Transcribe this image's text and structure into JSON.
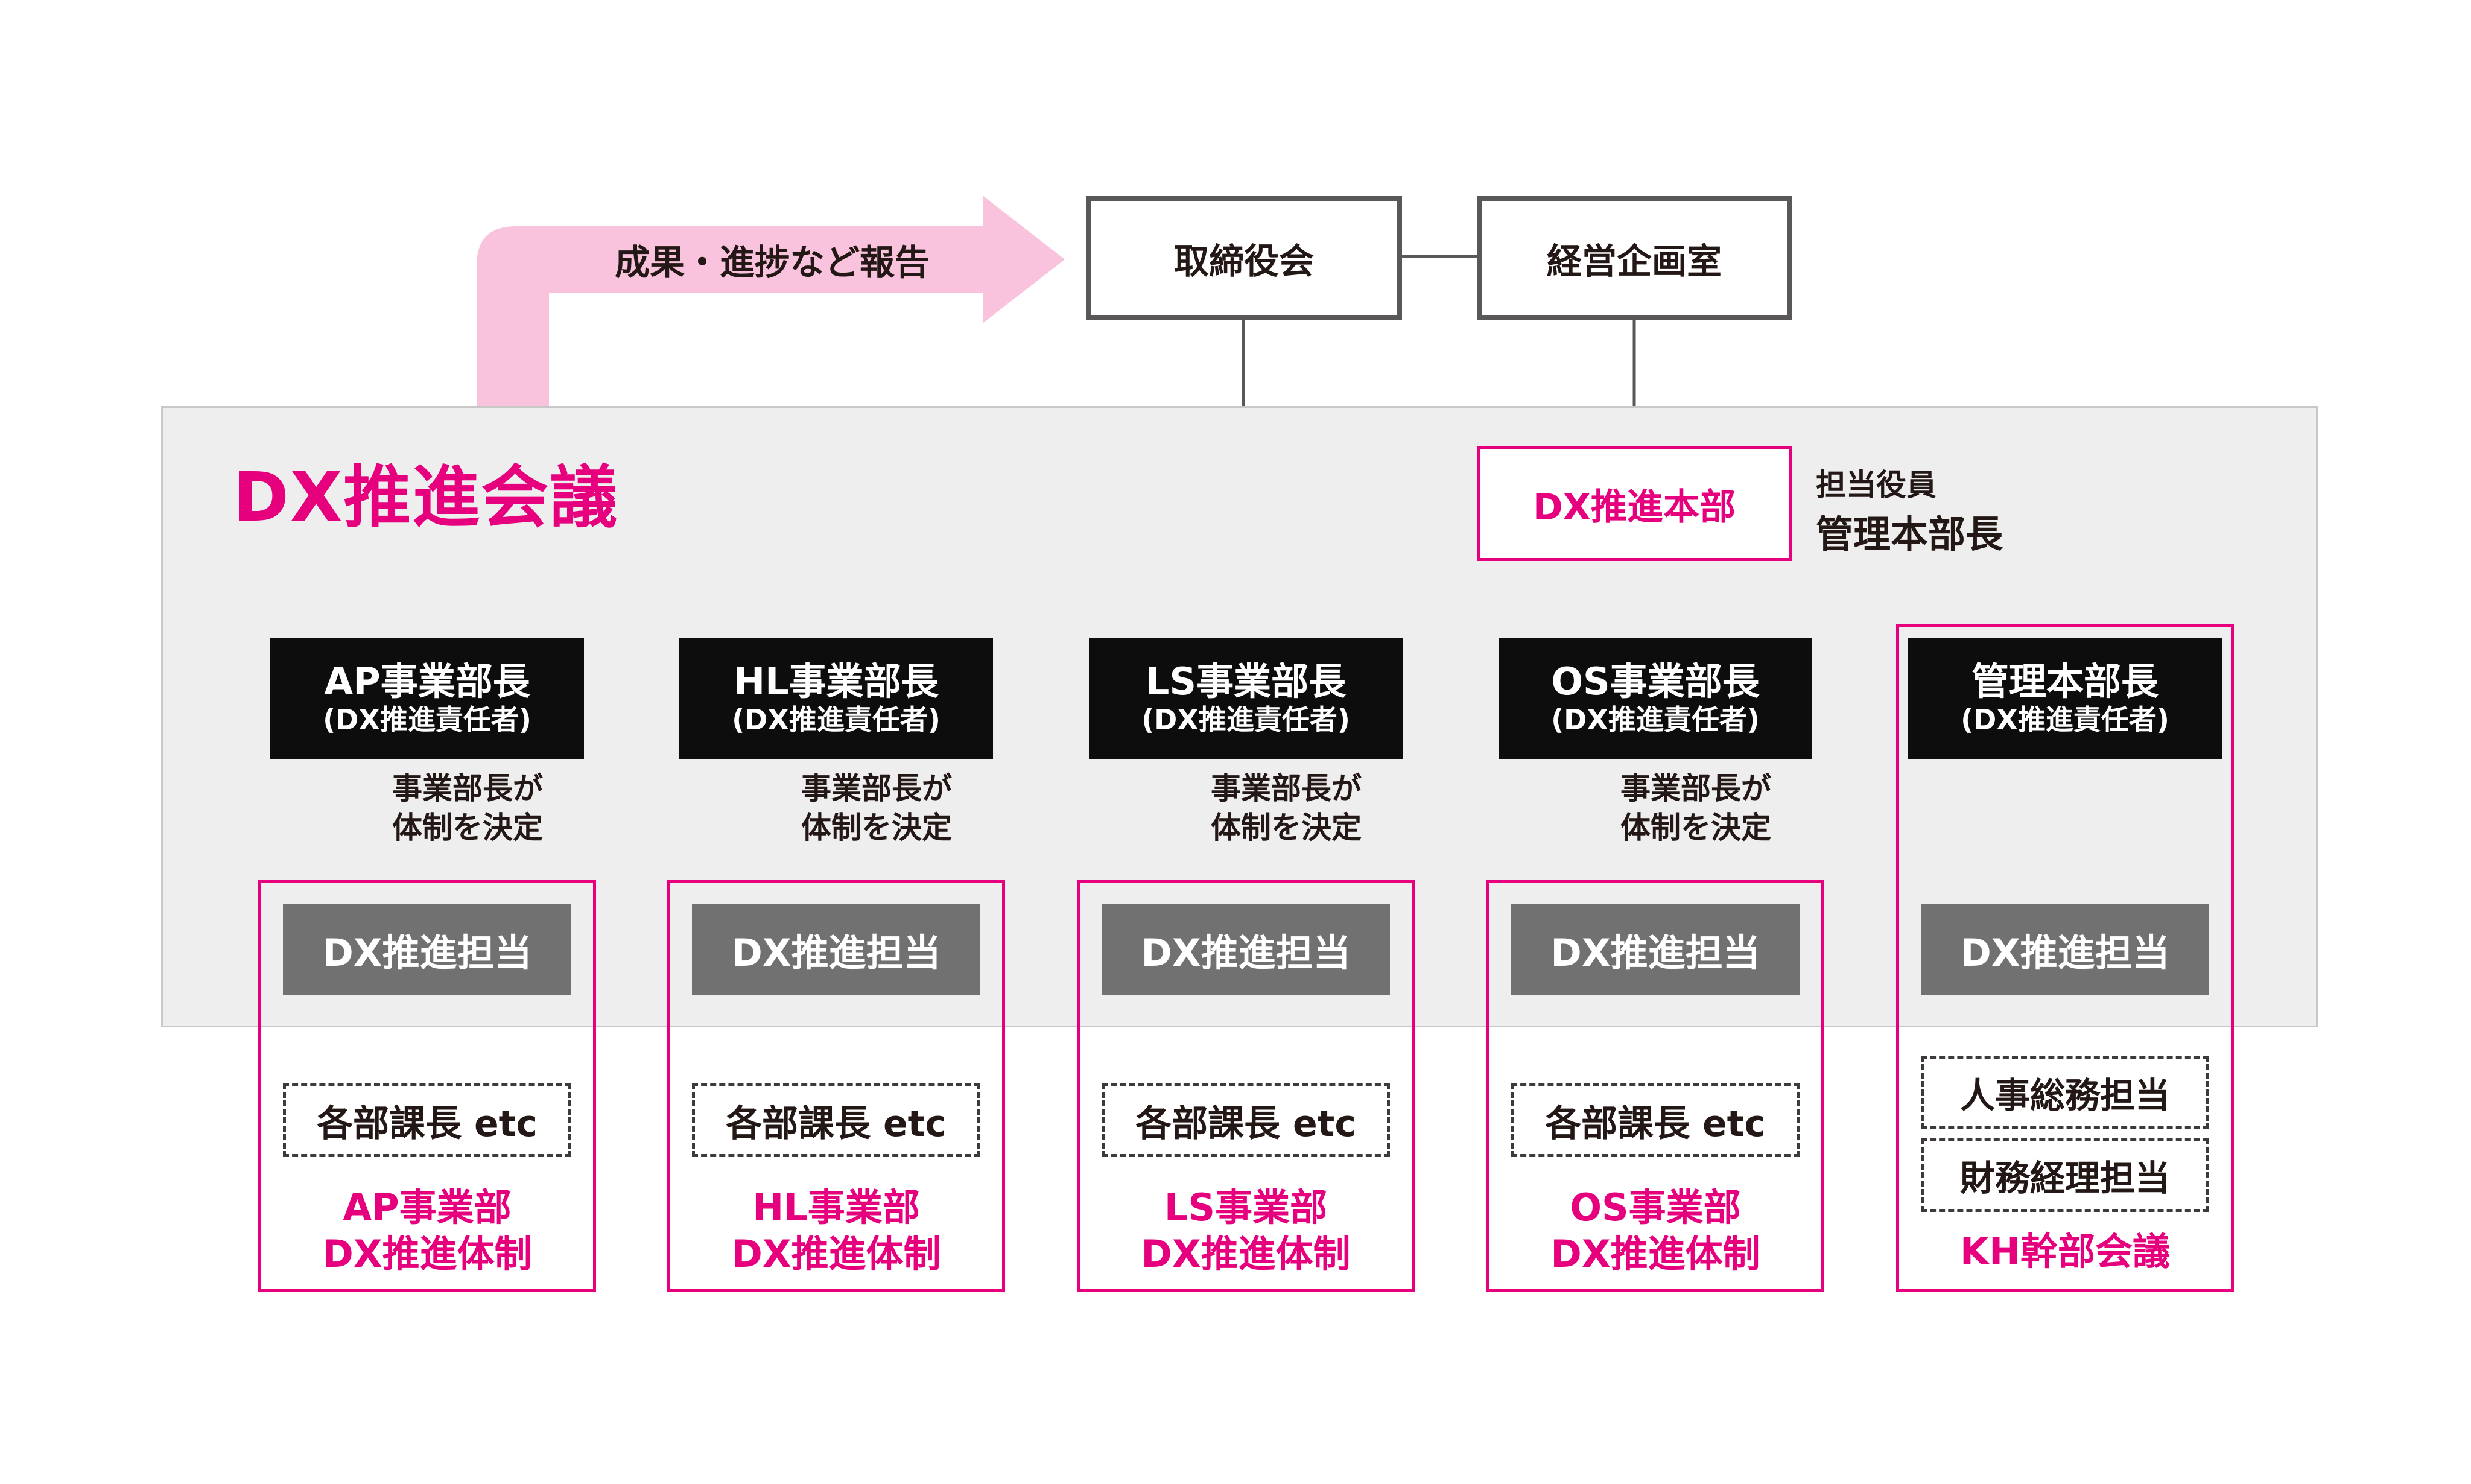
{
  "top": {
    "board": "取締役会",
    "planning": "経営企画室",
    "report_label": "成果・進捗など報告"
  },
  "council": {
    "title": "DX推進会議",
    "hq": "DX推進本部",
    "exec_small": "担当役員",
    "exec_large": "管理本部長"
  },
  "columns": [
    {
      "head": "AP事業部長",
      "head_sub": "(DX推進責任者)",
      "decide_1": "事業部長が",
      "decide_2": "体制を決定",
      "tanto": "DX推進担当",
      "kacho": "各部課長 etc",
      "division_1": "AP事業部",
      "division_2": "DX推進体制"
    },
    {
      "head": "HL事業部長",
      "head_sub": "(DX推進責任者)",
      "decide_1": "事業部長が",
      "decide_2": "体制を決定",
      "tanto": "DX推進担当",
      "kacho": "各部課長 etc",
      "division_1": "HL事業部",
      "division_2": "DX推進体制"
    },
    {
      "head": "LS事業部長",
      "head_sub": "(DX推進責任者)",
      "decide_1": "事業部長が",
      "decide_2": "体制を決定",
      "tanto": "DX推進担当",
      "kacho": "各部課長 etc",
      "division_1": "LS事業部",
      "division_2": "DX推進体制"
    },
    {
      "head": "OS事業部長",
      "head_sub": "(DX推進責任者)",
      "decide_1": "事業部長が",
      "decide_2": "体制を決定",
      "tanto": "DX推進担当",
      "kacho": "各部課長 etc",
      "division_1": "OS事業部",
      "division_2": "DX推進体制"
    }
  ],
  "management": {
    "head": "管理本部長",
    "head_sub": "(DX推進責任者)",
    "tanto": "DX推進担当",
    "item_1": "人事総務担当",
    "item_2": "財務経理担当",
    "division": "KH幹部会議"
  },
  "colors": {
    "accent": "#e6007e",
    "report_arrow": "#f9c3dd",
    "council_bg": "#efeeee",
    "head_bg": "#0d0d0d",
    "tanto_bg": "#727171",
    "line": "#595757"
  }
}
